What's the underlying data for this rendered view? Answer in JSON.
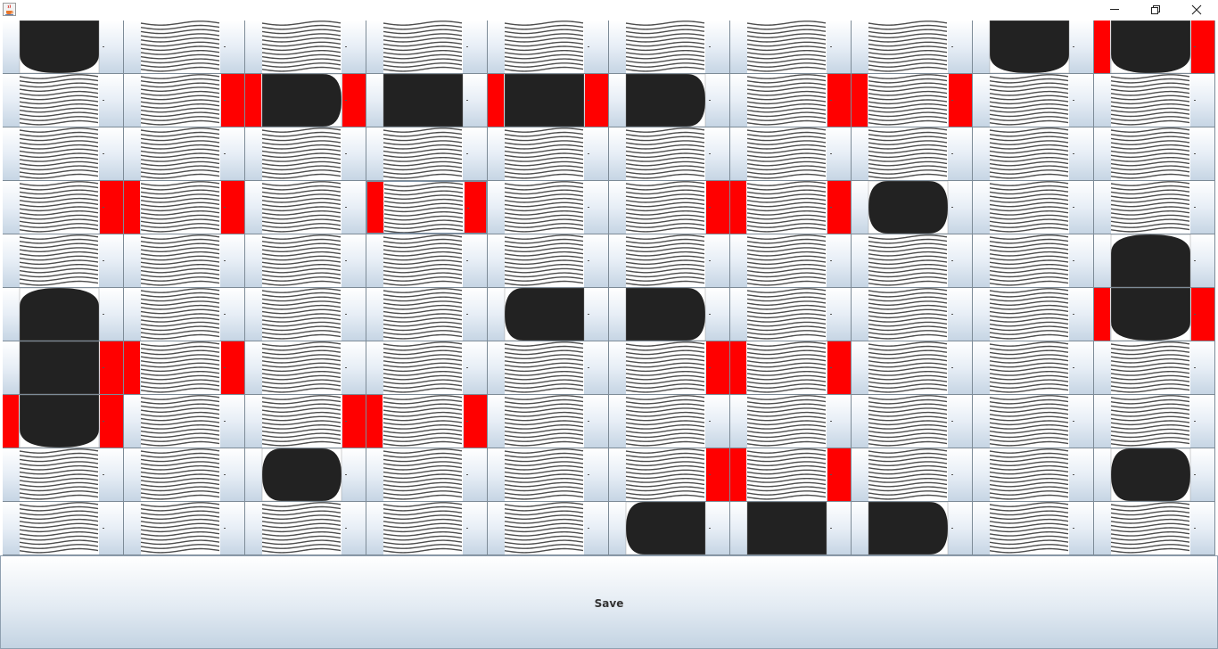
{
  "window": {
    "app_icon": "java-coffee-cup-icon",
    "controls": [
      "minimize-icon",
      "restore-icon",
      "close-icon"
    ]
  },
  "board": {
    "rows": 10,
    "cols": 10,
    "selected": [
      3,
      3
    ],
    "cells": [
      [
        [
          "t1",
          0,
          0
        ],
        [
          "w",
          0,
          0
        ],
        [
          "w",
          0,
          0
        ],
        [
          "w",
          0,
          0
        ],
        [
          "w",
          0,
          0
        ],
        [
          "w",
          0,
          0
        ],
        [
          "w",
          0,
          0
        ],
        [
          "w",
          0,
          0
        ],
        [
          "t1",
          0,
          0
        ],
        [
          "t1",
          1,
          1
        ]
      ],
      [
        [
          "w",
          0,
          0
        ],
        [
          "w",
          0,
          1
        ],
        [
          "s1",
          1,
          1
        ],
        [
          "fs",
          0,
          0
        ],
        [
          "fs",
          1,
          1
        ],
        [
          "s1",
          0,
          0
        ],
        [
          "w",
          0,
          1
        ],
        [
          "w",
          1,
          1
        ],
        [
          "w",
          0,
          0
        ],
        [
          "w",
          0,
          0
        ]
      ],
      [
        [
          "w",
          0,
          0
        ],
        [
          "w",
          0,
          0
        ],
        [
          "w",
          0,
          0
        ],
        [
          "w",
          0,
          0
        ],
        [
          "w",
          0,
          0
        ],
        [
          "w",
          0,
          0
        ],
        [
          "w",
          0,
          0
        ],
        [
          "w",
          0,
          0
        ],
        [
          "w",
          0,
          0
        ],
        [
          "w",
          0,
          0
        ]
      ],
      [
        [
          "w",
          0,
          1
        ],
        [
          "w",
          1,
          1
        ],
        [
          "w",
          0,
          0
        ],
        [
          "w",
          1,
          1
        ],
        [
          "w",
          0,
          0
        ],
        [
          "w",
          0,
          1
        ],
        [
          "w",
          1,
          1
        ],
        [
          "c",
          0,
          0
        ],
        [
          "w",
          0,
          0
        ],
        [
          "w",
          0,
          0
        ]
      ],
      [
        [
          "w",
          0,
          0
        ],
        [
          "w",
          0,
          0
        ],
        [
          "w",
          0,
          0
        ],
        [
          "w",
          0,
          0
        ],
        [
          "w",
          0,
          0
        ],
        [
          "w",
          0,
          0
        ],
        [
          "w",
          0,
          0
        ],
        [
          "w",
          0,
          0
        ],
        [
          "w",
          0,
          0
        ],
        [
          "t0",
          0,
          0
        ]
      ],
      [
        [
          "t0",
          0,
          0
        ],
        [
          "w",
          0,
          0
        ],
        [
          "w",
          0,
          0
        ],
        [
          "w",
          0,
          0
        ],
        [
          "s0",
          0,
          0
        ],
        [
          "s1",
          0,
          0
        ],
        [
          "w",
          0,
          0
        ],
        [
          "w",
          0,
          0
        ],
        [
          "w",
          0,
          0
        ],
        [
          "b1",
          1,
          1
        ]
      ],
      [
        [
          "v",
          0,
          1
        ],
        [
          "w",
          1,
          1
        ],
        [
          "w",
          0,
          0
        ],
        [
          "w",
          0,
          0
        ],
        [
          "w",
          0,
          0
        ],
        [
          "w",
          0,
          1
        ],
        [
          "w",
          1,
          1
        ],
        [
          "w",
          0,
          0
        ],
        [
          "w",
          0,
          0
        ],
        [
          "w",
          0,
          0
        ]
      ],
      [
        [
          "b1",
          1,
          1
        ],
        [
          "w",
          0,
          0
        ],
        [
          "w",
          0,
          1
        ],
        [
          "w",
          1,
          1
        ],
        [
          "w",
          0,
          0
        ],
        [
          "w",
          0,
          0
        ],
        [
          "w",
          0,
          0
        ],
        [
          "w",
          0,
          0
        ],
        [
          "w",
          0,
          0
        ],
        [
          "w",
          0,
          0
        ]
      ],
      [
        [
          "w",
          0,
          0
        ],
        [
          "w",
          0,
          0
        ],
        [
          "c",
          0,
          0
        ],
        [
          "w",
          0,
          0
        ],
        [
          "w",
          0,
          0
        ],
        [
          "w",
          0,
          1
        ],
        [
          "w",
          1,
          1
        ],
        [
          "w",
          0,
          0
        ],
        [
          "w",
          0,
          0
        ],
        [
          "c",
          0,
          0
        ]
      ],
      [
        [
          "w",
          0,
          0
        ],
        [
          "w",
          0,
          0
        ],
        [
          "w",
          0,
          0
        ],
        [
          "w",
          0,
          0
        ],
        [
          "w",
          0,
          0
        ],
        [
          "s0",
          0,
          0
        ],
        [
          "fs",
          0,
          0
        ],
        [
          "s1",
          0,
          0
        ],
        [
          "w",
          0,
          0
        ],
        [
          "w",
          0,
          0
        ]
      ]
    ]
  },
  "colors": {
    "pipe": "#222222",
    "water_line": "#2e2e2e",
    "marker": "#ff0000"
  },
  "save_label": "Save"
}
